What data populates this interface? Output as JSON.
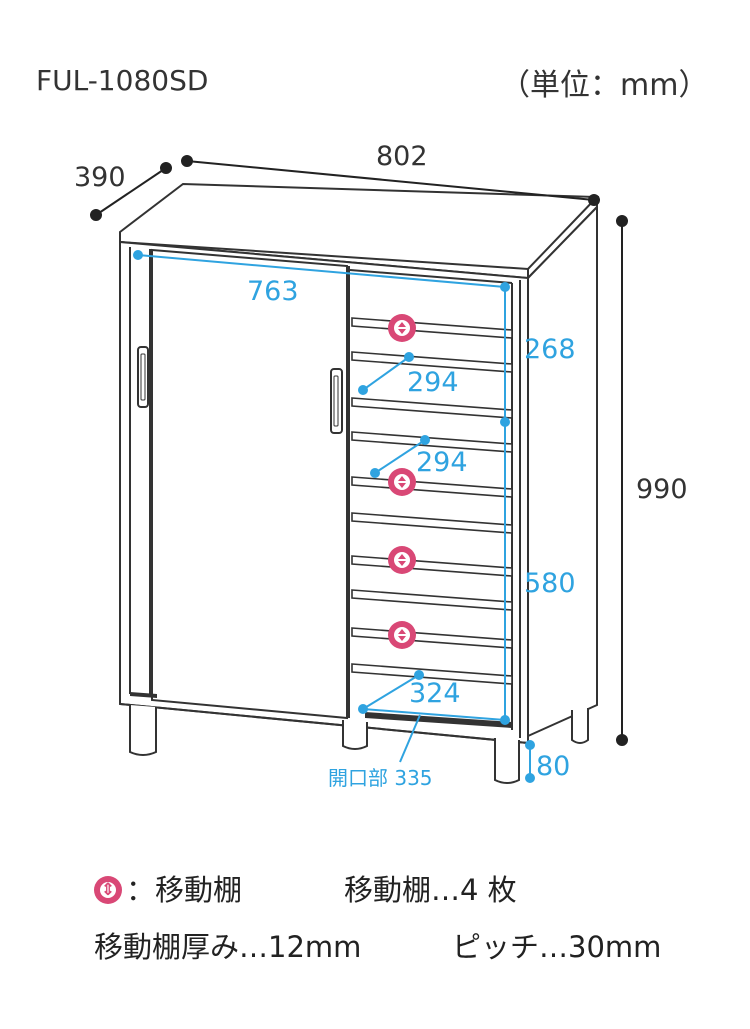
{
  "header": {
    "model": "FUL-1080SD",
    "unit": "（単位：mm）"
  },
  "dimensions": {
    "depth": "390",
    "width": "802",
    "height": "990",
    "inner_width": "763",
    "upper_height": "268",
    "lower_height": "580",
    "shelf_depth_1": "294",
    "shelf_depth_2": "294",
    "bottom_depth": "324",
    "leg_height": "80",
    "opening": "開口部 335"
  },
  "legend": {
    "icon": "movable-shelf-icon",
    "icon_label": "：移動棚",
    "shelf_count": "移動棚…4 枚",
    "thickness": "移動棚厚み…12mm",
    "pitch": "ピッチ…30mm"
  },
  "colors": {
    "outline": "#333333",
    "dimension_blue": "#2fa3e0",
    "shelf_marker": "#d94876"
  }
}
